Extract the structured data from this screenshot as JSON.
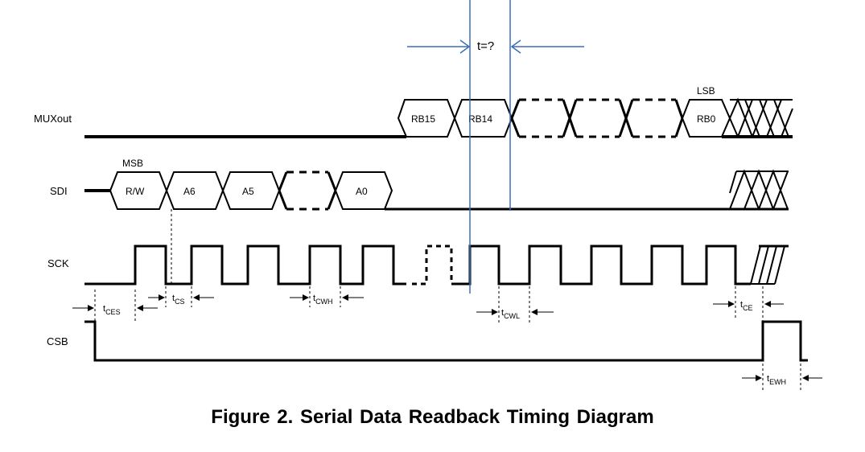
{
  "signals": {
    "muxout": "MUXout",
    "sdi": "SDI",
    "sck": "SCK",
    "csb": "CSB"
  },
  "bits": {
    "msb": "MSB",
    "lsb": "LSB",
    "sdi": [
      "R/W",
      "A6",
      "A5",
      "A0"
    ],
    "mux": [
      "RB15",
      "RB14",
      "RB0"
    ]
  },
  "timing": {
    "tces": {
      "main": "t",
      "sub": "CES"
    },
    "tcs": {
      "main": "t",
      "sub": "CS"
    },
    "tcwh": {
      "main": "t",
      "sub": "CWH"
    },
    "tcwl": {
      "main": "t",
      "sub": "CWL"
    },
    "tce": {
      "main": "t",
      "sub": "CE"
    },
    "tewh": {
      "main": "t",
      "sub": "EWH"
    }
  },
  "annotation": {
    "question": "t=?",
    "line_color": "#3b6fb6"
  },
  "caption": "Figure 2.  Serial Data Readback Timing Diagram"
}
